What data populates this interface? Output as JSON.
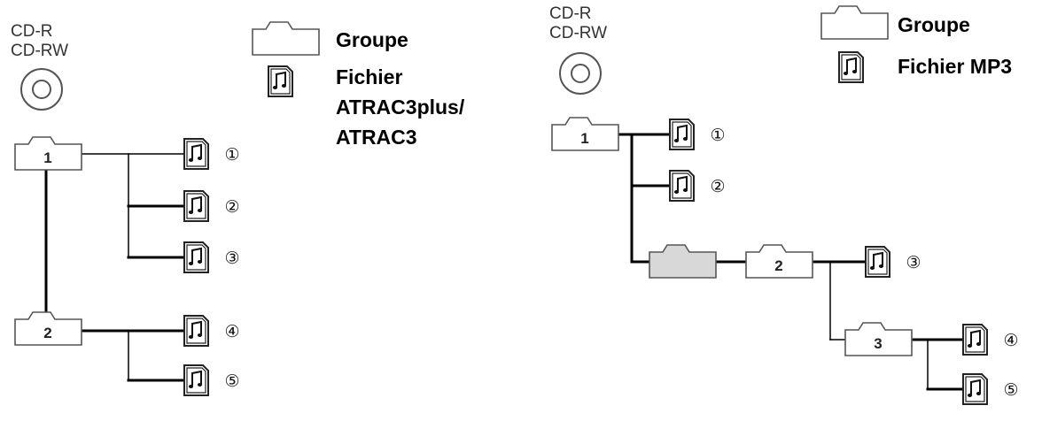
{
  "left": {
    "disc_label_1": "CD-R",
    "disc_label_2": "CD-RW",
    "legend": {
      "group": "Groupe",
      "file_line_1": "Fichier",
      "file_line_2": "ATRAC3plus/",
      "file_line_3": "ATRAC3"
    },
    "groups": [
      "1",
      "2"
    ],
    "files": [
      "①",
      "②",
      "③",
      "④",
      "⑤"
    ]
  },
  "right": {
    "disc_label_1": "CD-R",
    "disc_label_2": "CD-RW",
    "legend": {
      "group": "Groupe",
      "file": "Fichier MP3"
    },
    "groups": [
      "1",
      "2",
      "3"
    ],
    "files": [
      "①",
      "②",
      "③",
      "④",
      "⑤"
    ]
  },
  "colors": {
    "line": "#000000",
    "folder_fill": "#ffffff",
    "folder_empty_fill": "#d8d8d8",
    "outline": "#555555"
  }
}
